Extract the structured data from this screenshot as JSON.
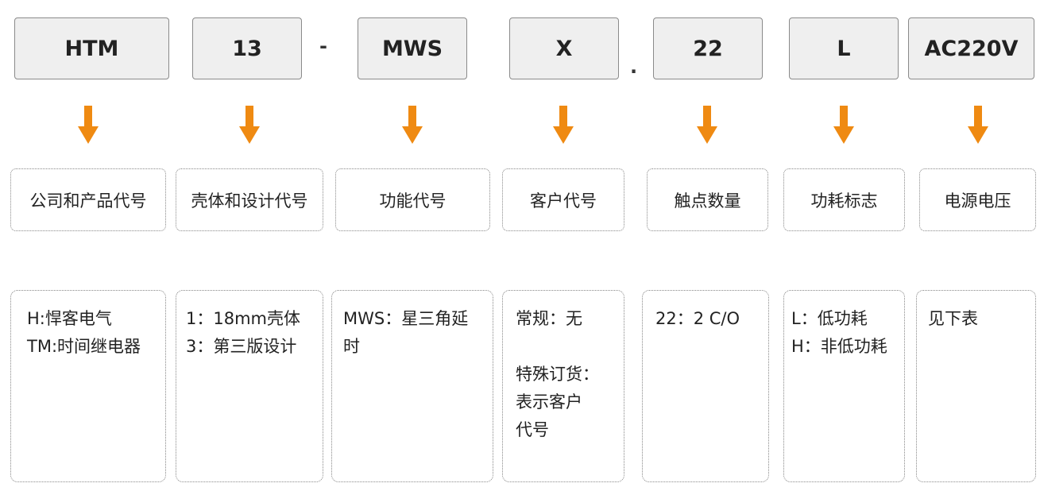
{
  "codes": {
    "c1": "HTM",
    "c2": "13",
    "c3": "MWS",
    "c4": "X",
    "c5": "22",
    "c6": "L",
    "c7": "AC220V"
  },
  "separators": {
    "dash": "-",
    "dot": "."
  },
  "labels": {
    "l1": "公司和产品代号",
    "l2": "壳体和设计代号",
    "l3": "功能代号",
    "l4": "客户代号",
    "l5": "触点数量",
    "l6": "功耗标志",
    "l7": "电源电压"
  },
  "descriptions": {
    "d1": [
      "H:悍客电气",
      "TM:时间继电器"
    ],
    "d2": [
      "1：18mm壳体",
      "3：第三版设计"
    ],
    "d3": [
      "MWS：星三角延",
      "时"
    ],
    "d4a": [
      "常规：无"
    ],
    "d4b": [
      "特殊订货：",
      "表示客户",
      "代号"
    ],
    "d5": [
      "22：2 C/O"
    ],
    "d6": [
      "L：低功耗",
      "H：非低功耗"
    ],
    "d7": [
      "见下表"
    ]
  },
  "colors": {
    "arrow": "#ef8a12",
    "code_bg": "#efefef"
  }
}
